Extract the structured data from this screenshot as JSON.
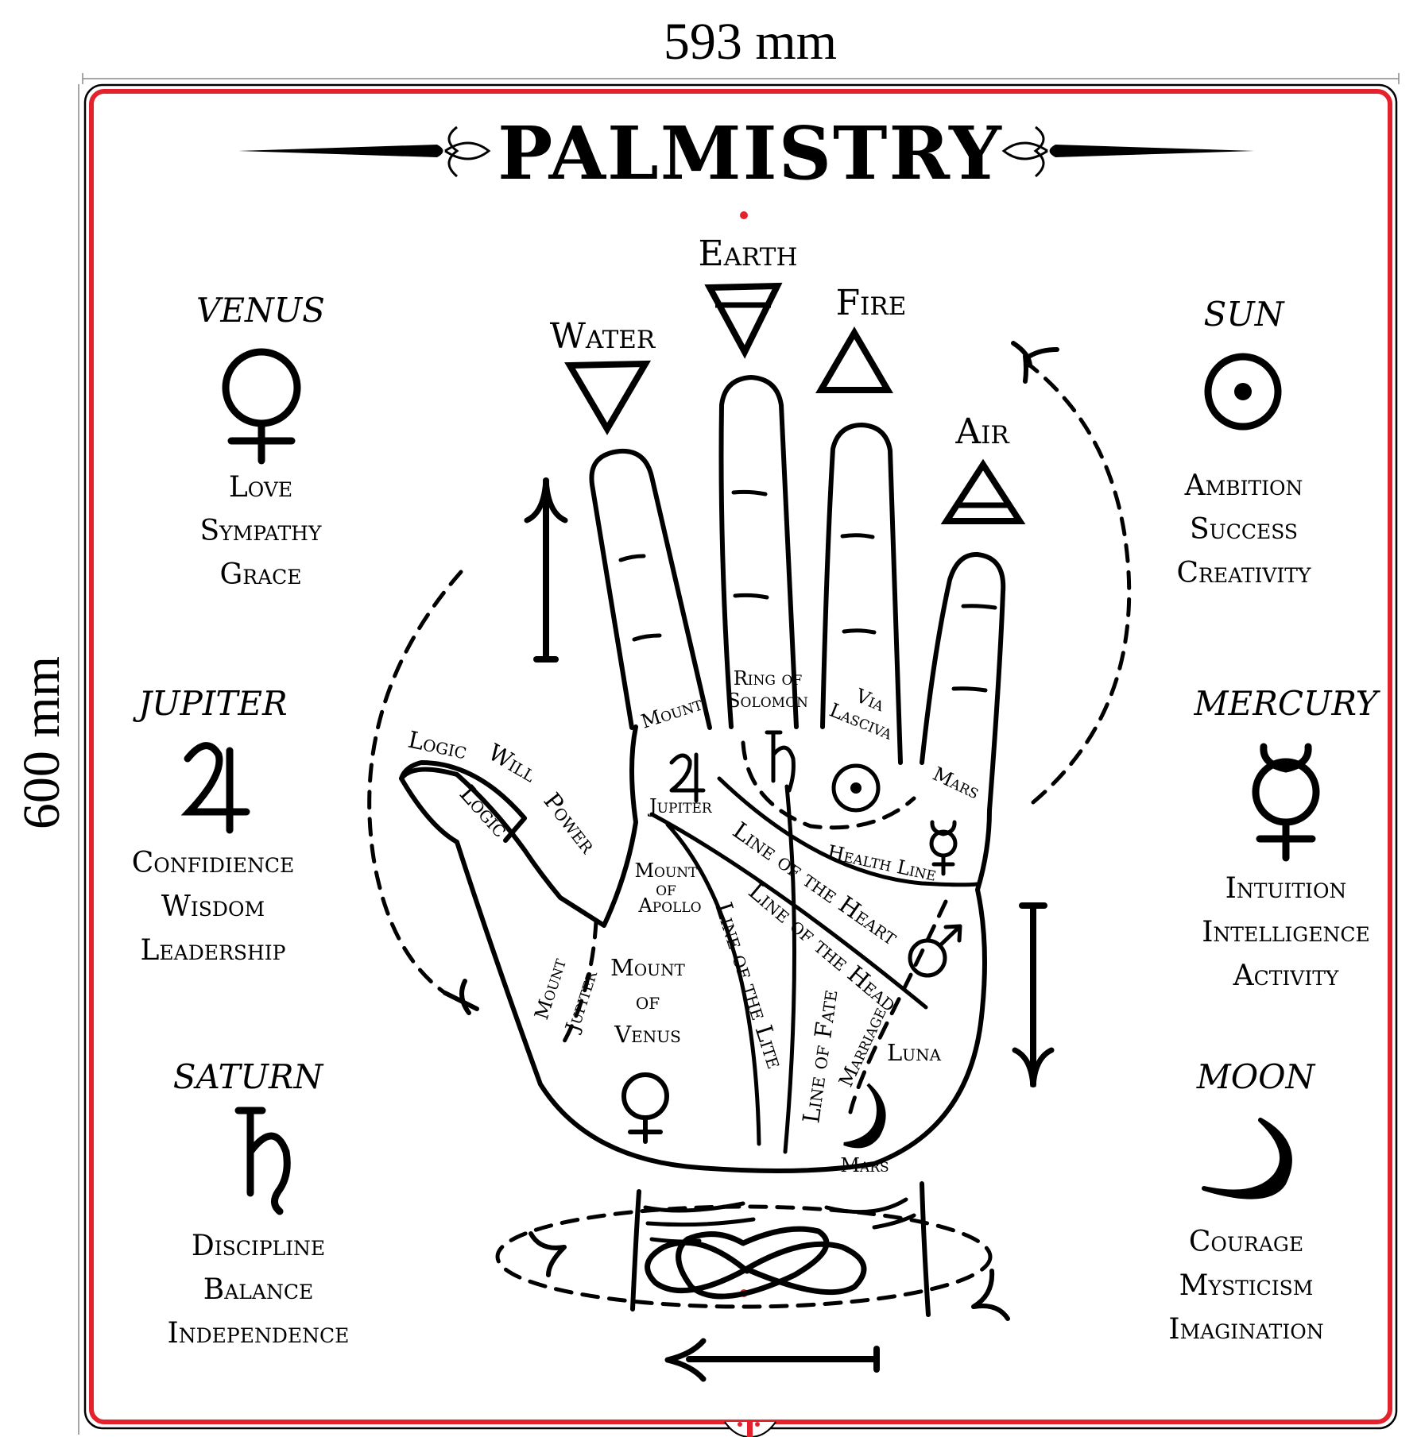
{
  "dimensions": {
    "width_label": "593 mm",
    "height_label": "600 mm"
  },
  "title": "PALMISTRY",
  "colors": {
    "frame_red": "#e3222d",
    "ink": "#000000",
    "background": "#ffffff"
  },
  "planets_left": [
    {
      "name": "VENUS",
      "symbol": "venus-icon",
      "traits": [
        "Love",
        "Sympathy",
        "Grace"
      ]
    },
    {
      "name": "JUPITER",
      "symbol": "jupiter-icon",
      "traits": [
        "Confidience",
        "Wisdom",
        "Leadership"
      ]
    },
    {
      "name": "SATURN",
      "symbol": "saturn-icon",
      "traits": [
        "Discipline",
        "Balance",
        "Independence"
      ]
    }
  ],
  "planets_right": [
    {
      "name": "SUN",
      "symbol": "sun-icon",
      "traits": [
        "Ambition",
        "Success",
        "Creativity"
      ]
    },
    {
      "name": "MERCURY",
      "symbol": "mercury-icon",
      "traits": [
        "Intuition",
        "Intelligence",
        "Activity"
      ]
    },
    {
      "name": "MOON",
      "symbol": "moon-icon",
      "traits": [
        "Courage",
        "Mysticism",
        "Imagination"
      ]
    }
  ],
  "elements": [
    {
      "name": "Water",
      "symbol": "water-triangle-icon"
    },
    {
      "name": "Earth",
      "symbol": "earth-triangle-icon"
    },
    {
      "name": "Fire",
      "symbol": "fire-triangle-icon"
    },
    {
      "name": "Air",
      "symbol": "air-triangle-icon"
    }
  ],
  "hand_labels": {
    "logic_will_power": [
      "Logic",
      "Will",
      "Power"
    ],
    "logic_thumb": "Logic",
    "mount_index": "Mount",
    "ring_of_solomon": [
      "Ring of",
      "Solomon"
    ],
    "via_lasciva": [
      "Via",
      "Lasciva"
    ],
    "mars_pinky": "Mars",
    "jupiter": "Jupiter",
    "mount_of_apollo": [
      "Mount",
      "of",
      "Apollo"
    ],
    "health_line": "Health Line",
    "line_of_heart": "Line of the Heart",
    "line_of_head": "Line of the Head",
    "line_of_life": "Line of the Lite",
    "line_of_fate": "Line of Fate",
    "marriage": "Marriage",
    "luna": "Luna",
    "mars_lower": "Mars",
    "mount_jupiter": [
      "Mount",
      "Jupiter"
    ],
    "mount_of_venus": [
      "Mount",
      "of",
      "Venus"
    ]
  }
}
